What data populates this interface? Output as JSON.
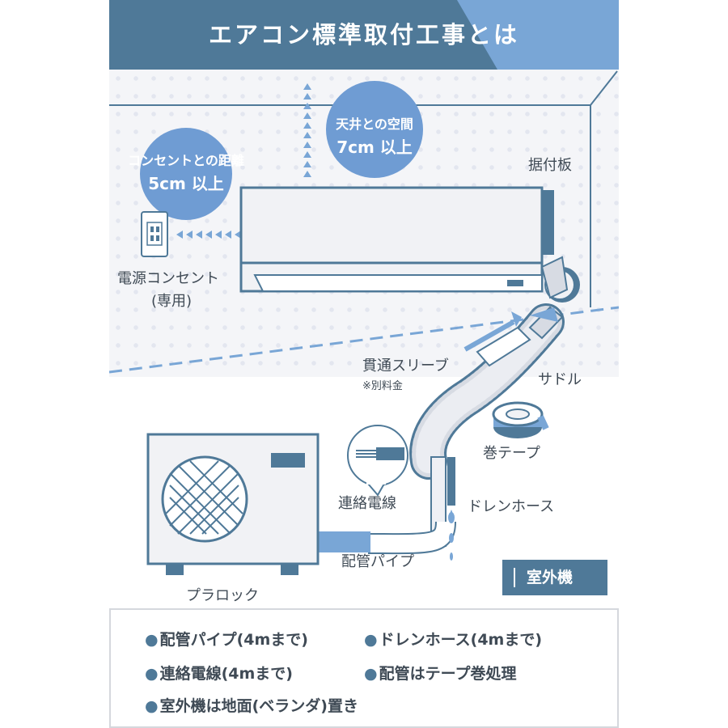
{
  "header": {
    "title": "エアコン標準取付工事とは"
  },
  "labels": {
    "outlet": "電源コンセント",
    "outlet_sub": "(専用)",
    "mounting_plate": "据付板",
    "sleeve": "貫通スリーブ",
    "sleeve_note": "※別料金",
    "saddle": "サドル",
    "tape": "巻テープ",
    "wire": "連絡電線",
    "drain": "ドレンホース",
    "pipe": "配管パイプ",
    "block": "プラロック",
    "outdoor_unit": "室外機"
  },
  "bubbles": {
    "outlet_distance": {
      "line1": "コンセントとの距離",
      "line2": "5cm 以上"
    },
    "ceiling_space": {
      "line1": "天井との空間",
      "line2": "7cm 以上"
    }
  },
  "notes": [
    {
      "bullet": "●",
      "text": "配管パイプ(4mまで)"
    },
    {
      "bullet": "●",
      "text": "ドレンホース(4mまで)"
    },
    {
      "bullet": "●",
      "text": "連絡電線(4mまで)"
    },
    {
      "bullet": "●",
      "text": "配管はテープ巻処理"
    },
    {
      "bullet": "●",
      "text": "室外機は地面(ベランダ)置き"
    }
  ],
  "colors": {
    "header_dark": "#4f7998",
    "header_light": "#79a6d6",
    "accent_blue": "#6f9cd3",
    "outline": "#4f7998",
    "unit_fill": "#f1f2f5",
    "pipe_fill": "#d7dbe3"
  }
}
